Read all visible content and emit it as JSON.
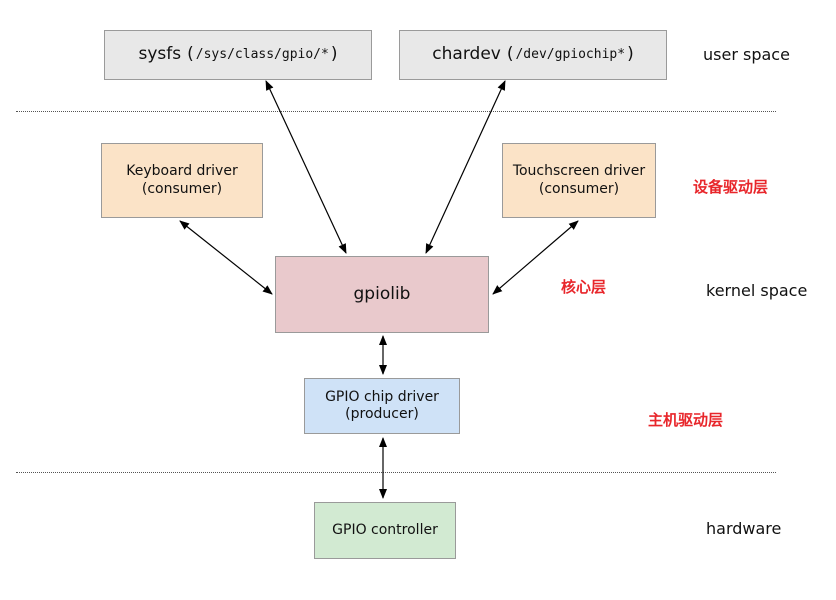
{
  "boxes": {
    "sysfs": {
      "name": "sysfs",
      "path": "/sys/class/gpio/*"
    },
    "chardev": {
      "name": "chardev",
      "path": "/dev/gpiochip*"
    },
    "keyboard": {
      "line1": "Keyboard driver",
      "line2": "(consumer)"
    },
    "touchscreen": {
      "line1": "Touchscreen driver",
      "line2": "(consumer)"
    },
    "gpiolib": {
      "label": "gpiolib"
    },
    "gpio_chip": {
      "line1": "GPIO chip driver",
      "line2": "(producer)"
    },
    "gpio_controller": {
      "label": "GPIO controller"
    }
  },
  "layers": {
    "user": "user space",
    "kernel": "kernel space",
    "hardware": "hardware"
  },
  "chinese_labels": {
    "device_driver": "设备驱动层",
    "core": "核心层",
    "host_driver": "主机驱动层"
  },
  "colors": {
    "user_box": "#e8e8e8",
    "consumer_box": "#fbe3c7",
    "core_box": "#e9c9cc",
    "producer_box": "#cfe2f7",
    "hardware_box": "#d2ead2",
    "chinese_label": "#e8262b"
  }
}
